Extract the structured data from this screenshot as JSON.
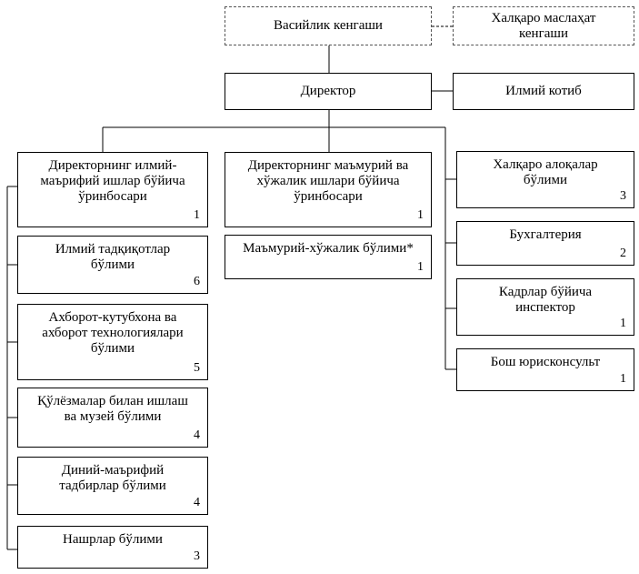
{
  "council": {
    "label": "Васийлик кенгаши"
  },
  "intl_council": {
    "label": "Халқаро маслаҳат\nкенгаши"
  },
  "director": {
    "label": "Директор"
  },
  "secretary": {
    "label": "Илмий котиб"
  },
  "deputy_science": {
    "label": "Директорнинг илмий-\nмаърифий ишлар бўйича\nўринбосари",
    "count": "1"
  },
  "deputy_admin": {
    "label": "Директорнинг маъмурий ва\nхўжалик ишлари бўйича\nўринбосари",
    "count": "1"
  },
  "admin_dept": {
    "label": "Маъмурий-хўжалик бўлими*",
    "count": "1"
  },
  "left_depts": [
    {
      "label": "Илмий тадқиқотлар\nбўлими",
      "count": "6"
    },
    {
      "label": "Ахборот-кутубхона ва\nахборот технологиялари\nбўлими",
      "count": "5"
    },
    {
      "label": "Қўлёзмалар билан ишлаш\nва музей бўлими",
      "count": "4"
    },
    {
      "label": "Диний-маърифий\nтадбирлар бўлими",
      "count": "4"
    },
    {
      "label": "Нашрлар бўлими",
      "count": "3"
    }
  ],
  "right_depts": [
    {
      "label": "Халқаро алоқалар\nбўлими",
      "count": "3"
    },
    {
      "label": "Бухгалтерия",
      "count": "2"
    },
    {
      "label": "Кадрлар бўйича\nинспектор",
      "count": "1"
    },
    {
      "label": "Бош юрисконсульт",
      "count": "1"
    }
  ]
}
